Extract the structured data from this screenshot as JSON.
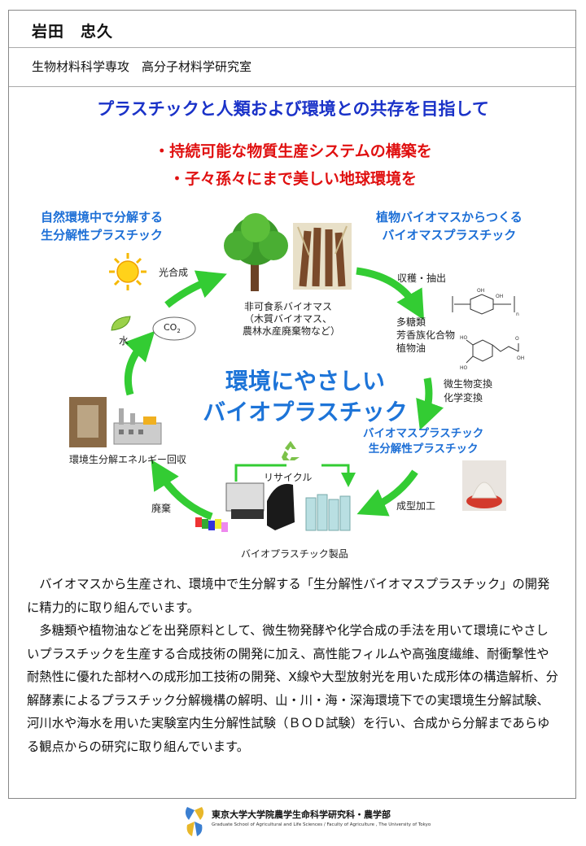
{
  "header": {
    "name": "岩田　忠久",
    "department": "生物材料科学専攻　高分子材料学研究室"
  },
  "titles": {
    "main": "プラスチックと人類および環境との共存を目指して",
    "sub1": "・持続可能な物質生産システムの構築を",
    "sub2": "・子々孫々にまで美しい地球環境を"
  },
  "diagram": {
    "left_heading_1": "自然環境中で分解する",
    "left_heading_2": "生分解性プラスチック",
    "right_heading_1": "植物バイオマスからつくる",
    "right_heading_2": "バイオマスプラスチック",
    "photosynthesis": "光合成",
    "water": "水",
    "co2": "CO",
    "co2_sub": "2",
    "biomass_1": "非可食系バイオマス",
    "biomass_2": "（木質バイオマス、",
    "biomass_3": "農林水産廃棄物など）",
    "harvest": "収穫・抽出",
    "products_1": "多糖類",
    "products_2": "芳香族化合物",
    "products_3": "植物油",
    "conversion_1": "微生物変換",
    "conversion_2": "化学変換",
    "center_1": "環境にやさしい",
    "center_2": "バイオプラスチック",
    "bp_1": "バイオマスプラスチック",
    "bp_2": "生分解性プラスチック",
    "energy": "環境生分解エネルギー回収",
    "recycle": "リサイクル",
    "waste": "廃棄",
    "molding": "成型加工",
    "product_label": "バイオプラスチック製品"
  },
  "body": {
    "p1": "バイオマスから生産され、環境中で生分解する「生分解性バイオマスプラスチック」の開発に精力的に取り組んでいます。",
    "p2": "多糖類や植物油などを出発原料として、微生物発酵や化学合成の手法を用いて環境にやさしいプラスチックを生産する合成技術の開発に加え、高性能フィルムや高強度繊維、耐衝撃性や耐熱性に優れた部材への成形加工技術の開発、X線や大型放射光を用いた成形体の構造解析、分解酵素によるプラスチック分解機構の解明、山・川・海・深海環境下での実環境生分解試験、河川水や海水を用いた実験室内生分解性試験（ＢＯＤ試験）を行い、合成から分解まであらゆる観点からの研究に取り組んでいます。"
  },
  "footer": {
    "jp": "東京大学大学院農学生命科学研究科・農学部",
    "en": "Graduate School of Agricultural and Life Sciences / Faculty of Agriculture , The University of Tokyo"
  },
  "colors": {
    "title_blue": "#1a32c8",
    "subtitle_red": "#e01010",
    "diagram_blue": "#1d6fd6",
    "arrow_green": "#33cc33"
  }
}
